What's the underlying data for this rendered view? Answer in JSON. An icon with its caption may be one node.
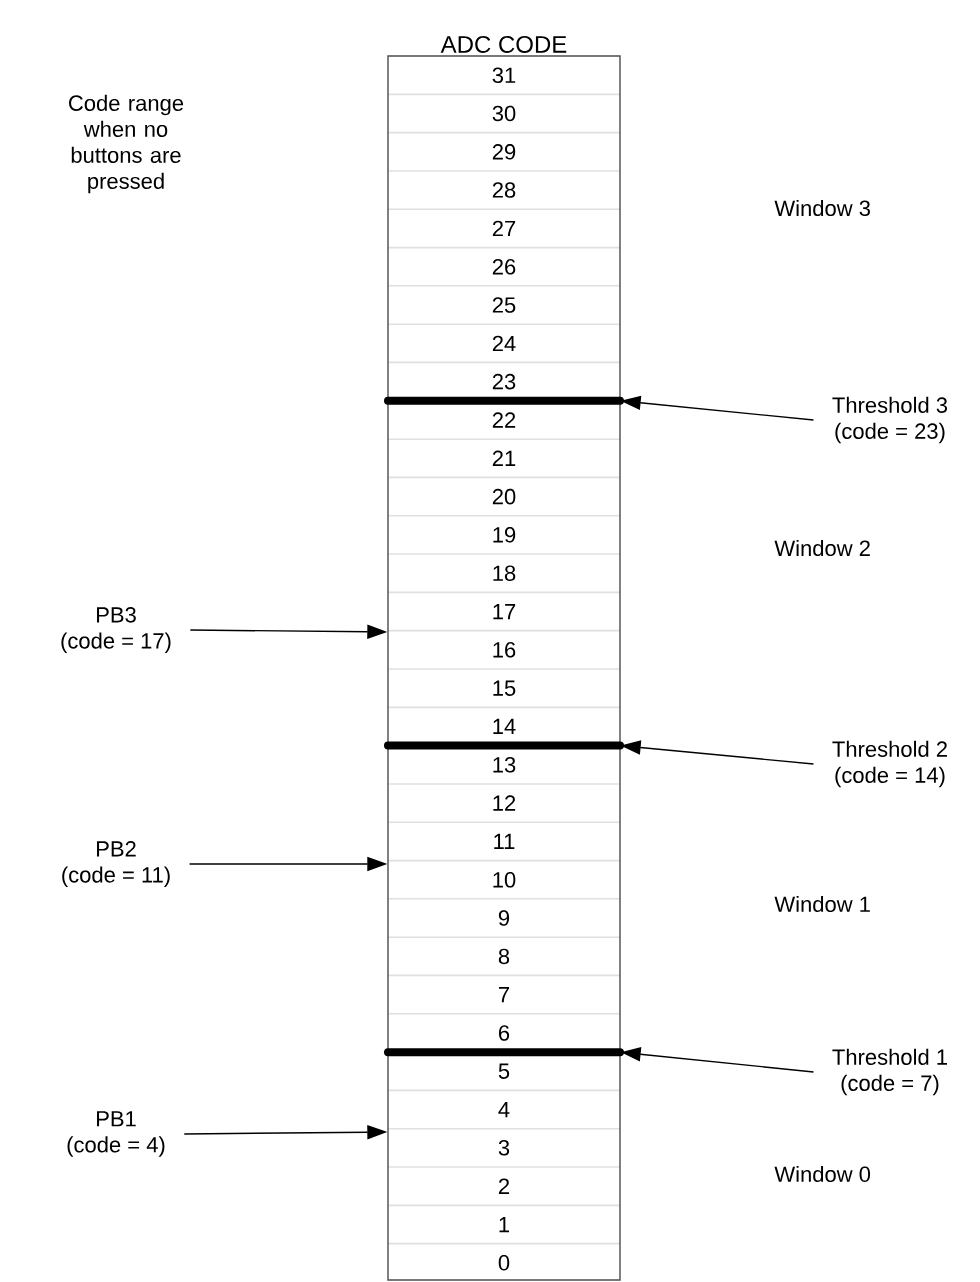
{
  "diagram": {
    "nodes": [
      {
        "text": [
          "ADC CODE"
        ]
      },
      {
        "text": [
          "Threshold 3",
          "(code = 23)"
        ]
      },
      {
        "text": [
          "PB3",
          "(code = 17)"
        ]
      },
      {
        "text": [
          "Threshold 2",
          "(code = 14)"
        ]
      },
      {
        "text": [
          "PB2",
          "(code = 11)"
        ]
      },
      {
        "text": [
          "Threshold 1",
          "(code = 7)"
        ]
      },
      {
        "text": [
          "PB1",
          "(code = 4)"
        ]
      }
    ],
    "edges": [
      {
        "from": 1,
        "to": 0,
        "arrow": "to"
      },
      {
        "from": 2,
        "to": 0,
        "arrow": "to"
      },
      {
        "from": 3,
        "to": 0,
        "arrow": "to"
      },
      {
        "from": 4,
        "to": 0,
        "arrow": "to"
      },
      {
        "from": 5,
        "to": 0,
        "arrow": "to"
      },
      {
        "from": 6,
        "to": 0,
        "arrow": "to"
      }
    ],
    "labels": [
      "Code range when no buttons are pressed",
      "31",
      "30",
      "29",
      "28",
      "27",
      "26",
      "25",
      "24",
      "23",
      "22",
      "21",
      "20",
      "19",
      "18",
      "17",
      "16",
      "15",
      "14",
      "13",
      "12",
      "11",
      "10",
      "9",
      "8",
      "7",
      "6",
      "5",
      "4",
      "3",
      "2",
      "1",
      "0",
      "Window 3",
      "Window 2",
      "Window 1",
      "Window 0"
    ]
  }
}
